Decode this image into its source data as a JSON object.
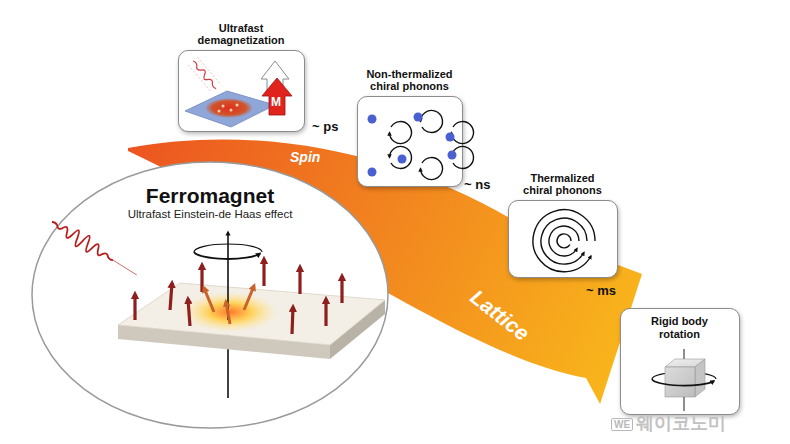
{
  "diagram": {
    "nodes": [
      {
        "text": [
          "Ultrafast demagnetization"
        ]
      },
      {
        "text": [
          "Non-thermalized chiral phonons"
        ]
      },
      {
        "text": [
          "Ferromagnet",
          "Ultrafast Einstein-de Haas effect"
        ]
      },
      {
        "text": [
          "Thermalized chiral phonons"
        ]
      },
      {
        "text": [
          "Rigid body rotation"
        ]
      }
    ],
    "labels": [
      "~ ps",
      "~ ns",
      "~ ms",
      "Spin",
      "Lattice",
      "M",
      "WE",
      "웨이코노미"
    ]
  }
}
